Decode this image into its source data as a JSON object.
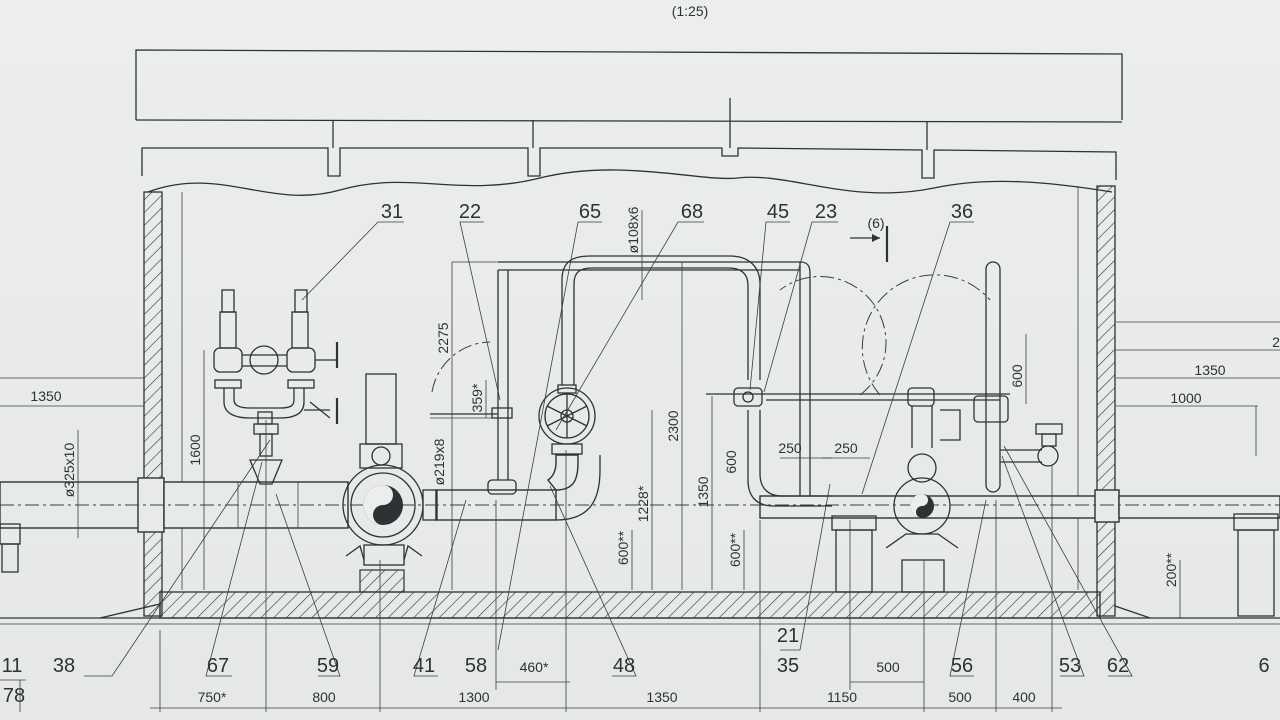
{
  "scale": "(1:25)",
  "callouts": {
    "c31": "31",
    "c22": "22",
    "c65": "65",
    "c68": "68",
    "c45": "45",
    "c23": "23",
    "c6": "(6)",
    "c36": "36",
    "c38": "38",
    "c67": "67",
    "c59": "59",
    "c41": "41",
    "c58": "58",
    "c48": "48",
    "c21": "21",
    "c35": "35",
    "c56": "56",
    "c53": "53",
    "c62": "62",
    "c11": "11",
    "c78": "78",
    "c6r": "6"
  },
  "dims": {
    "d1350_left": "1350",
    "d325": "ø325х10",
    "d1600": "1600",
    "d2275": "2275",
    "d359": "359*",
    "d108": "ø108х6",
    "d219": "ø219х8",
    "d2300": "2300",
    "d1228": "1228*",
    "d600a": "600**",
    "d1350_mid": "1350",
    "d600_mid": "600",
    "d600b": "600**",
    "d250a": "250",
    "d250b": "250",
    "d600_right": "600",
    "d1350_right": "1350",
    "d1000": "1000",
    "d200": "200**",
    "d2": "2",
    "d460": "460*",
    "d500a": "500",
    "d750": "750*",
    "d800": "800",
    "d1300": "1300",
    "d1350_bottom": "1350",
    "d1150": "1150",
    "d500b": "500",
    "d400": "400"
  }
}
